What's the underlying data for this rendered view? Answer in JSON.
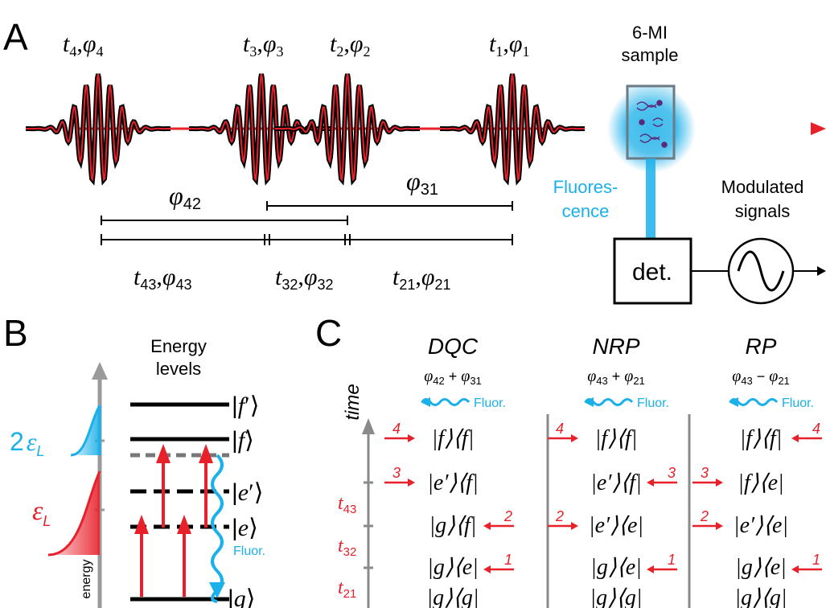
{
  "colors": {
    "red": "#e8202a",
    "blue": "#1ab0ea",
    "gray": "#8a8a8a",
    "black": "#000000"
  },
  "panelA": {
    "label": "A",
    "pulses": [
      {
        "t": "t",
        "tsub": "4",
        "phi": "φ",
        "phisub": "4"
      },
      {
        "t": "t",
        "tsub": "3",
        "phi": "φ",
        "phisub": "3"
      },
      {
        "t": "t",
        "tsub": "2",
        "phi": "φ",
        "phisub": "2"
      },
      {
        "t": "t",
        "tsub": "1",
        "phi": "φ",
        "phisub": "1"
      }
    ],
    "sample": {
      "line1": "6-MI",
      "line2": "sample"
    },
    "fluorescence": {
      "line1": "Fluores-",
      "line2": "cence"
    },
    "modulated": {
      "line1": "Modulated",
      "line2": "signals"
    },
    "detector": "det.",
    "phi42": {
      "sym": "φ",
      "sub": "42"
    },
    "phi31": {
      "sym": "φ",
      "sub": "31"
    },
    "intervals": [
      {
        "t": "t",
        "tsub": "43",
        "phi": "φ",
        "phisub": "43"
      },
      {
        "t": "t",
        "tsub": "32",
        "phi": "φ",
        "phisub": "32"
      },
      {
        "t": "t",
        "tsub": "21",
        "phi": "φ",
        "phisub": "21"
      }
    ],
    "oscillator_icon": "sine-wave-icon"
  },
  "panelB": {
    "label": "B",
    "title": {
      "line1": "Energy",
      "line2": "levels"
    },
    "axis_label": "energy",
    "two_eps": {
      "coef": "2",
      "sym": "ε",
      "sub": "L"
    },
    "eps": {
      "sym": "ε",
      "sub": "L"
    },
    "levels": [
      {
        "name": "f",
        "prime": "′"
      },
      {
        "name": "f",
        "prime": ""
      },
      {
        "name": "e",
        "prime": "′"
      },
      {
        "name": "e",
        "prime": ""
      },
      {
        "name": "g",
        "prime": ""
      }
    ],
    "fluor": "Fluor."
  },
  "panelC": {
    "label": "C",
    "time_label": "time",
    "time_ticks": [
      {
        "t": "t",
        "sub": "43"
      },
      {
        "t": "t",
        "sub": "32"
      },
      {
        "t": "t",
        "sub": "21"
      }
    ],
    "columns": [
      {
        "title": "DQC",
        "phase": {
          "a": "φ",
          "asub": "42",
          "op": " + ",
          "b": "φ",
          "bsub": "31"
        },
        "fluor": "Fluor.",
        "rows": [
          "|f⟩⟨f|",
          "|e′⟩⟨f|",
          "|g⟩⟨f|",
          "|g⟩⟨e|",
          "|g⟩⟨g|"
        ],
        "arrows": [
          {
            "num": "4",
            "side": "left"
          },
          {
            "num": "3",
            "side": "left"
          },
          {
            "num": "2",
            "side": "right"
          },
          {
            "num": "1",
            "side": "right"
          }
        ]
      },
      {
        "title": "NRP",
        "phase": {
          "a": "φ",
          "asub": "43",
          "op": " + ",
          "b": "φ",
          "bsub": "21"
        },
        "fluor": "Fluor.",
        "rows": [
          "|f⟩⟨f|",
          "|e′⟩⟨f|",
          "|e′⟩⟨e|",
          "|g⟩⟨e|",
          "|g⟩⟨g|"
        ],
        "arrows": [
          {
            "num": "4",
            "side": "left"
          },
          {
            "num": "3",
            "side": "right"
          },
          {
            "num": "2",
            "side": "left"
          },
          {
            "num": "1",
            "side": "right"
          }
        ]
      },
      {
        "title": "RP",
        "phase": {
          "a": "φ",
          "asub": "43",
          "op": " − ",
          "b": "φ",
          "bsub": "21"
        },
        "fluor": "Fluor.",
        "rows": [
          "|f⟩⟨f|",
          "|f⟩⟨e|",
          "|e′⟩⟨e|",
          "|g⟩⟨e|",
          "|g⟩⟨g|"
        ],
        "arrows": [
          {
            "num": "4",
            "side": "right"
          },
          {
            "num": "3",
            "side": "left"
          },
          {
            "num": "2",
            "side": "left"
          },
          {
            "num": "1",
            "side": "right"
          }
        ]
      }
    ]
  }
}
